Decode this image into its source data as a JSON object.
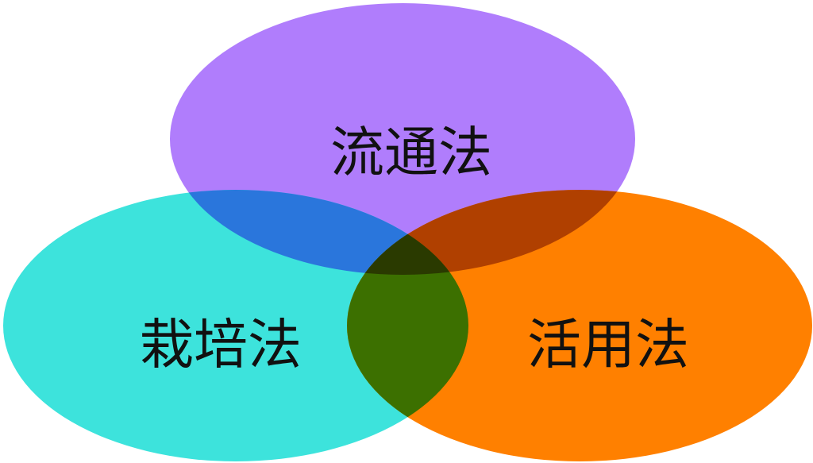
{
  "sets": [
    {
      "id": "distribution",
      "label": "流通法",
      "color": "#b07dfc"
    },
    {
      "id": "cultivation",
      "label": "栽培法",
      "color": "#3de3dc"
    },
    {
      "id": "utilization",
      "label": "活用法",
      "color": "#ff8000"
    }
  ],
  "overlaps": {
    "distribution_cultivation": "#2a76dc",
    "distribution_utilization": "#b04000",
    "cultivation_utilization": "#3c7000",
    "all": "#2a3a00"
  }
}
